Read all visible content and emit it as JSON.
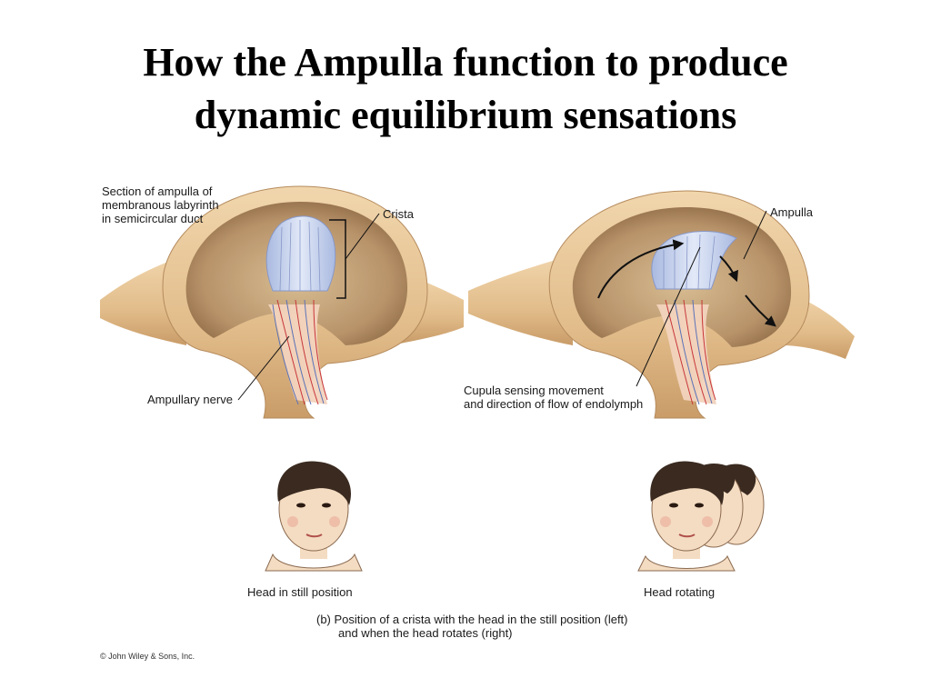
{
  "title": {
    "line1": "How the Ampulla function to produce",
    "line2": "dynamic equilibrium sensations"
  },
  "labels": {
    "section": [
      "Section of ampulla of",
      "membranous labyrinth",
      "in semicircular duct"
    ],
    "crista": "Crista",
    "ampulla": "Ampulla",
    "ampullary_nerve": "Ampullary nerve",
    "cupula": [
      "Cupula sensing movement",
      "and direction of flow of endolymph"
    ],
    "head_still": "Head in still position",
    "head_rotating": "Head rotating",
    "caption": [
      "(b) Position of a crista with the head in the still position (left)",
      "and when the head rotates (right)"
    ],
    "copyright": "© John Wiley & Sons, Inc."
  },
  "colors": {
    "tube": "#e8c79a",
    "chamber": "#b48f63",
    "cupula": "#c6d2ec",
    "nerve": "#f2d3bd",
    "artery": "#c8363a",
    "vein": "#5a72b8",
    "skin": "#f4dcc2",
    "hair": "#3a2a20"
  }
}
